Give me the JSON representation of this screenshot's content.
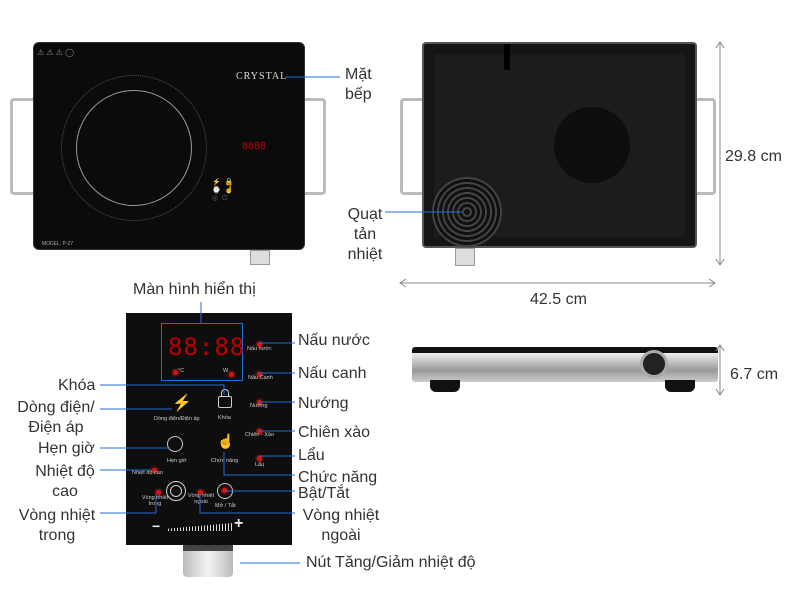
{
  "colors": {
    "callout_line": "#1f6fd6",
    "glass": "#0b0b0b",
    "led": "#e01010"
  },
  "top_view": {
    "brand": "CRYSTAL",
    "model": "MODEL: P-27",
    "label_line1": "Mặt",
    "label_line2": "bếp"
  },
  "bottom_view": {
    "fan_label_line1": "Quạt",
    "fan_label_line2": "tản",
    "fan_label_line3": "nhiệt"
  },
  "dimensions": {
    "depth": "29.8 cm",
    "width": "42.5 cm",
    "height": "6.7 cm"
  },
  "panel": {
    "display_title": "Màn hình hiển thị",
    "display_digits": "88:88",
    "unit_celsius": "°C",
    "unit_watt": "W",
    "small": {
      "nau_nuoc": "Nấu nước",
      "nau_canh": "Nấu Canh",
      "nuong": "Nướng",
      "chien_xao": "Chiên - Xào",
      "lau": "Lẩu",
      "dong_dien": "Dòng điện/Điện áp",
      "khoa": "Khóa",
      "hen_gio": "Hẹn giờ",
      "chuc_nang": "Chức năng",
      "nhiet_do_cao": "Nhiệt độ cao",
      "vong_trong": "Vòng nhiệt trong",
      "vong_ngoai": "Vòng nhiệt ngoài",
      "mo_tat": "Mở / Tắt",
      "minus": "−",
      "plus": "+"
    },
    "left_labels": {
      "khoa": "Khóa",
      "dong_dien_1": "Dòng điện/",
      "dong_dien_2": "Điện áp",
      "hen_gio": "Hẹn giờ",
      "nhiet_do_1": "Nhiệt độ",
      "nhiet_do_2": "cao",
      "vong_trong_1": "Vòng nhiệt",
      "vong_trong_2": "trong"
    },
    "right_labels": {
      "nau_nuoc": "Nấu nước",
      "nau_canh": "Nấu canh",
      "nuong": "Nướng",
      "chien_xao": "Chiên xào",
      "lau": "Lẩu",
      "chuc_nang": "Chức năng",
      "bat_tat": "Bật/Tắt",
      "vong_ngoai_1": "Vòng nhiệt",
      "vong_ngoai_2": "ngoài"
    },
    "knob_label": "Nút Tăng/Giảm nhiệt độ"
  }
}
